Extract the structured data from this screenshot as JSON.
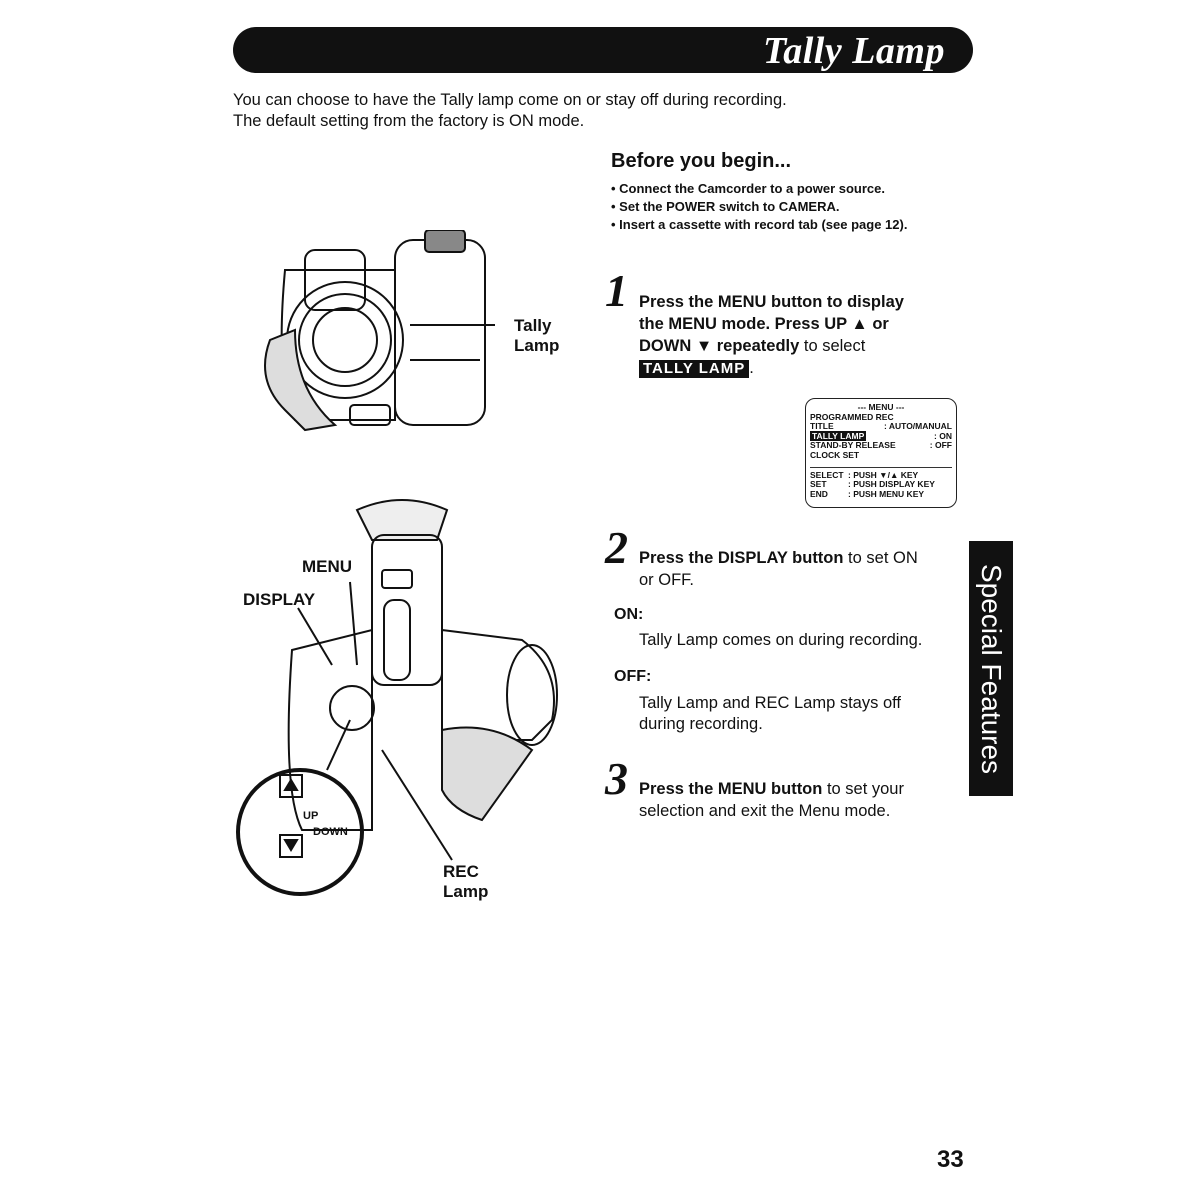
{
  "title": "Tally Lamp",
  "intro": {
    "line1": "You can choose to have the Tally lamp come on or stay off during recording.",
    "line2": "The default setting from the factory is ON mode."
  },
  "before": {
    "heading": "Before you begin...",
    "items": [
      "• Connect the Camcorder to a power source.",
      "• Set the POWER switch to CAMERA.",
      "• Insert a cassette with record tab (see page 12)."
    ]
  },
  "step1": {
    "num": "1",
    "line1": "Press the MENU button to display",
    "line2": "the MENU mode. Press UP ▲ or",
    "line3_bold": "DOWN ▼ repeatedly",
    "line3_rest": " to select",
    "chip": "TALLY LAMP",
    "chip_tail": "."
  },
  "menu_screen": {
    "header": "--- MENU ---",
    "rows": [
      {
        "k": "PROGRAMMED REC",
        "v": ""
      },
      {
        "k": "TITLE",
        "v": ": AUTO/MANUAL"
      },
      {
        "k": "TALLY LAMP",
        "v": ": ON"
      },
      {
        "k": "STAND-BY RELEASE",
        "v": ": OFF"
      },
      {
        "k": "CLOCK SET",
        "v": ""
      }
    ],
    "help": [
      {
        "k": "SELECT",
        "v": ": PUSH ▼/▲ KEY"
      },
      {
        "k": "SET",
        "v": ": PUSH DISPLAY KEY"
      },
      {
        "k": "END",
        "v": ": PUSH MENU KEY"
      }
    ]
  },
  "step2": {
    "num": "2",
    "bold": "Press the DISPLAY button",
    "rest": " to set ON",
    "line2": "or OFF.",
    "on_label": "ON:",
    "on_text": "Tally Lamp comes on during recording.",
    "off_label": "OFF:",
    "off_text1": "Tally Lamp and REC Lamp stays off",
    "off_text2": "during recording."
  },
  "step3": {
    "num": "3",
    "bold": "Press the MENU button",
    "rest": " to set your",
    "line2": "selection and exit the Menu mode."
  },
  "callouts": {
    "tally_lamp1": "Tally",
    "tally_lamp2": "Lamp",
    "menu": "MENU",
    "display": "DISPLAY",
    "up": "UP",
    "down": "DOWN",
    "rec1": "REC",
    "rec2": "Lamp"
  },
  "side_tab": "Special Features",
  "page_number": "33"
}
